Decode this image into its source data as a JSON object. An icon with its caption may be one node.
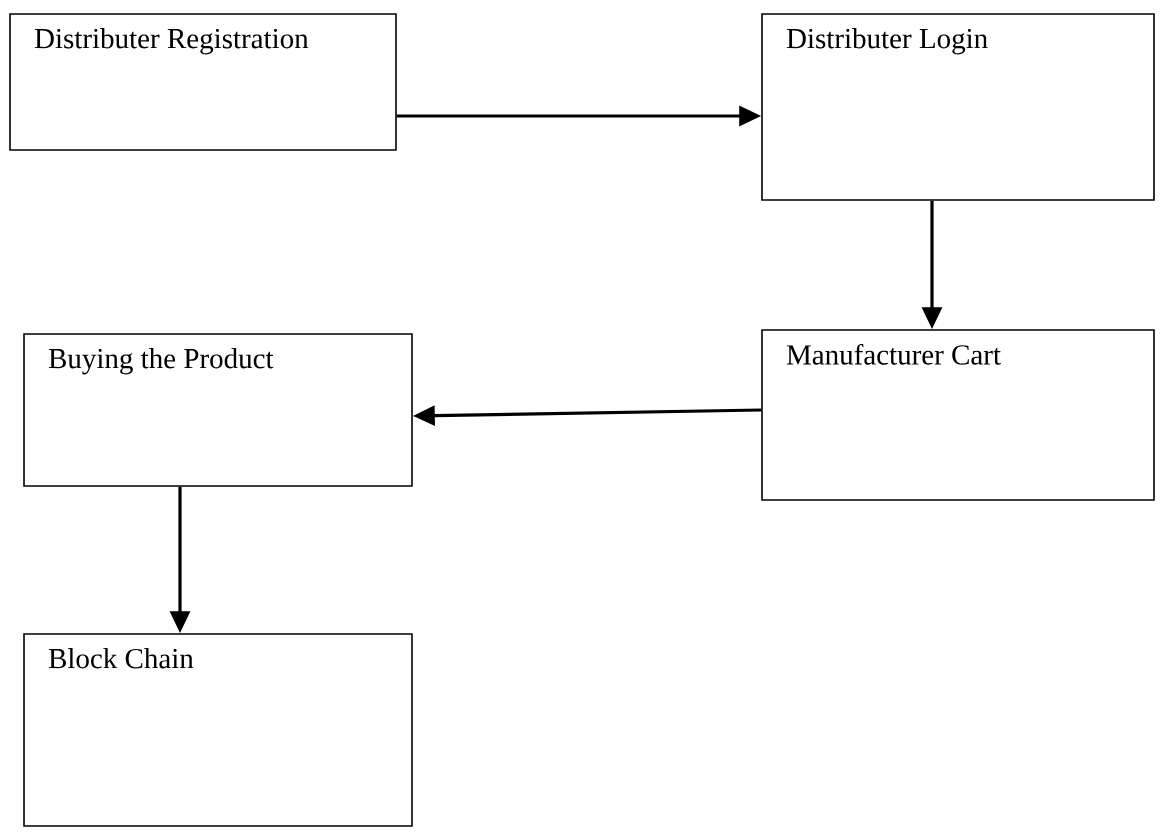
{
  "diagram": {
    "nodes": [
      {
        "text": [
          "Distributer Registration"
        ]
      },
      {
        "text": [
          "Distributer Login"
        ]
      },
      {
        "text": [
          "Manufacturer Cart"
        ]
      },
      {
        "text": [
          "Buying the Product"
        ]
      },
      {
        "text": [
          "Block Chain"
        ]
      }
    ],
    "edges": [
      {
        "from": 0,
        "to": 1,
        "arrow": "to"
      },
      {
        "from": 1,
        "to": 2,
        "arrow": "to"
      },
      {
        "from": 2,
        "to": 3,
        "arrow": "to"
      },
      {
        "from": 3,
        "to": 4,
        "arrow": "to"
      }
    ]
  }
}
